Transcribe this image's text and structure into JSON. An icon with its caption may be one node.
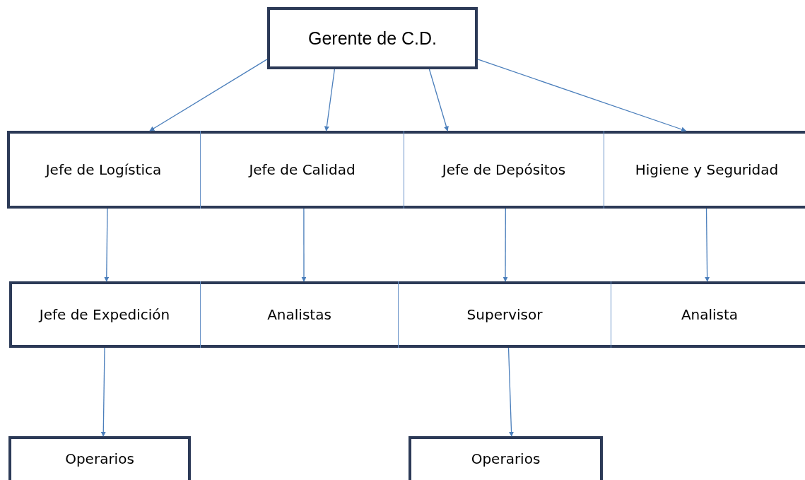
{
  "diagram": {
    "nodes": [
      {
        "text": [
          "Gerente de C.D."
        ]
      },
      {
        "text": [],
        "shape": "box"
      },
      {
        "text": [
          "Jefe de Logística"
        ],
        "in": 1
      },
      {
        "text": [
          "Jefe de Calidad"
        ],
        "in": 1
      },
      {
        "text": [
          "Jefe de Depósitos"
        ],
        "in": 1
      },
      {
        "text": [
          "Higiene y Seguridad"
        ],
        "in": 1
      },
      {
        "text": [],
        "shape": "box"
      },
      {
        "text": [
          "Jefe de Expedición"
        ],
        "in": 6
      },
      {
        "text": [
          "Analistas"
        ],
        "in": 6
      },
      {
        "text": [
          "Supervisor"
        ],
        "in": 6
      },
      {
        "text": [
          "Analista"
        ],
        "in": 6
      },
      {
        "text": [
          "Operarios"
        ]
      },
      {
        "text": [
          "Operarios"
        ]
      }
    ],
    "edges": [
      {
        "from": 0,
        "to": 2,
        "arrow": "to"
      },
      {
        "from": 0,
        "to": 3,
        "arrow": "to"
      },
      {
        "from": 0,
        "to": 4,
        "arrow": "to"
      },
      {
        "from": 0,
        "to": 5,
        "arrow": "to"
      },
      {
        "from": 2,
        "to": 7,
        "arrow": "to"
      },
      {
        "from": 3,
        "to": 8,
        "arrow": "to"
      },
      {
        "from": 4,
        "to": 9,
        "arrow": "to"
      },
      {
        "from": 5,
        "to": 10,
        "arrow": "to"
      },
      {
        "from": 7,
        "to": 11,
        "arrow": "to"
      },
      {
        "from": 9,
        "to": 12,
        "arrow": "to"
      }
    ]
  }
}
